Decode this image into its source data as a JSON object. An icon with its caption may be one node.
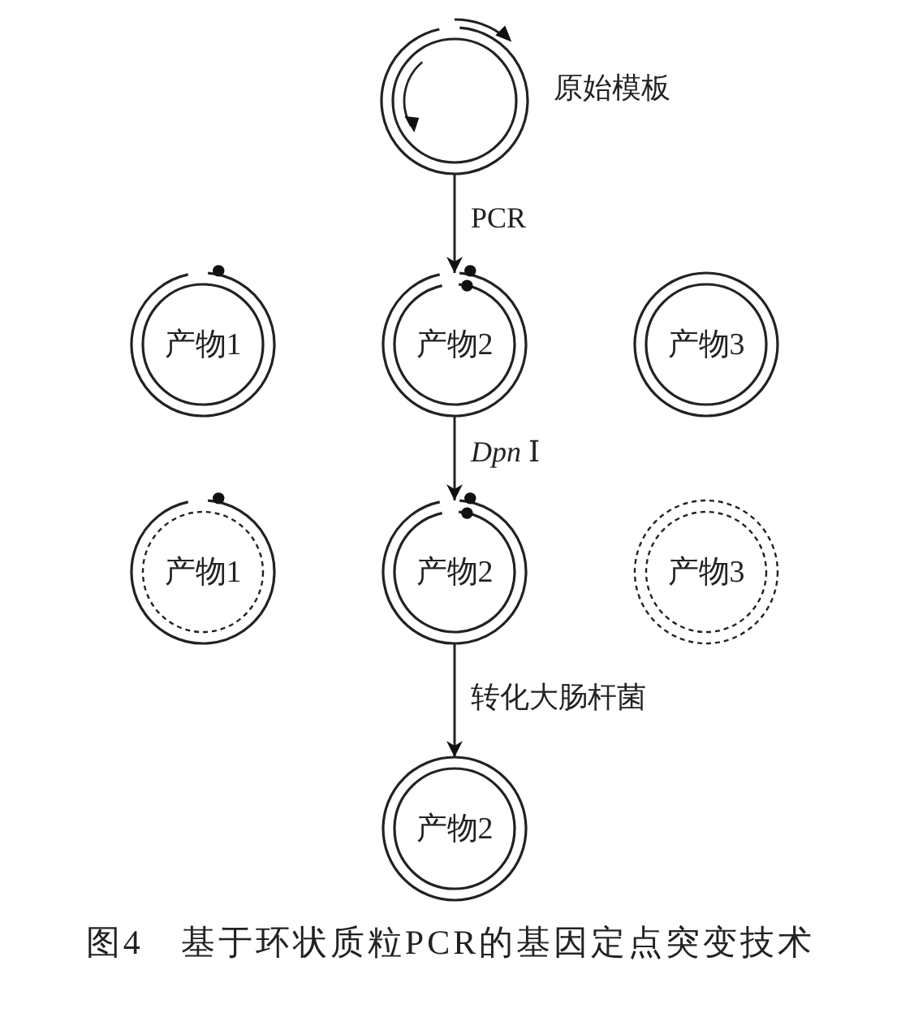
{
  "diagram": {
    "caption": "图4　基于环状质粒PCR的基因定点突变技术",
    "nodes": [
      {
        "text": [],
        "shape": "circle",
        "beside": [
          "原始模板"
        ]
      },
      {
        "text": [
          "产物1"
        ]
      },
      {
        "text": [
          "产物2"
        ]
      },
      {
        "text": [
          "产物3"
        ]
      },
      {
        "text": [
          "产物1"
        ]
      },
      {
        "text": [
          "产物2"
        ]
      },
      {
        "text": [
          "产物3"
        ]
      },
      {
        "text": [
          "产物2"
        ]
      }
    ],
    "edges": [
      {
        "from": 0,
        "to": 2,
        "arrow": "to",
        "label": "PCR"
      },
      {
        "from": 2,
        "to": 5,
        "arrow": "to",
        "label": "*Dpn* Ⅰ"
      },
      {
        "from": 5,
        "to": 7,
        "arrow": "to",
        "label": "转化大肠杆菌"
      }
    ]
  }
}
